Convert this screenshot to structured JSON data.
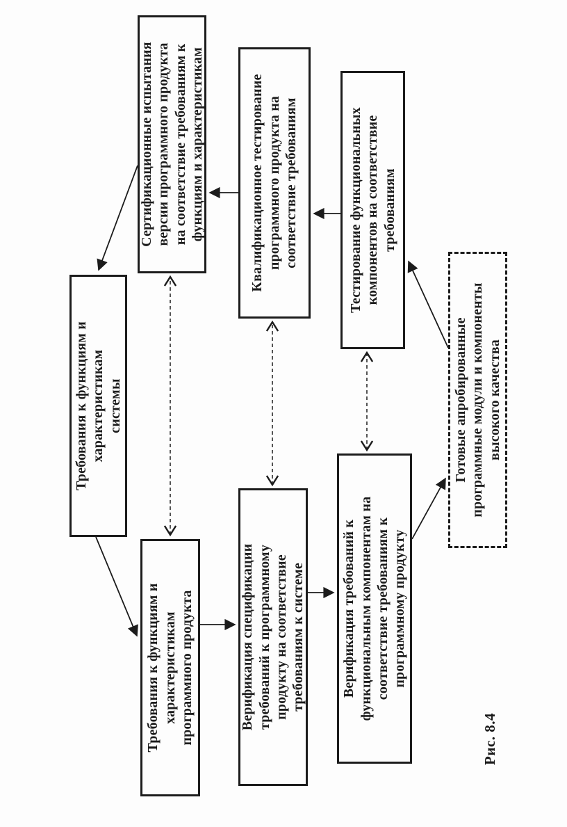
{
  "figure": {
    "caption": "Рис. 8.4",
    "colors": {
      "ink": "#1c1c1c",
      "paper": "#fdfdfd"
    },
    "nodes": {
      "system_requirements": "Требования к функциям и\nхарактеристикам\nсистемы",
      "certification_tests": "Сертификационные испытания\nверсии программного продукта\nна соответствие требованиям к\nфункциям и характеристикам",
      "product_requirements": "Требования к функциям и\nхарактеристикам\nпрограммного продукта",
      "qualification_testing": "Квалификационное тестирование\nпрограммного продукта на\nсоответствие требованиям",
      "spec_verification": "Верификация спецификации\nтребований к программному\nпродукту на соответствие\nтребованиям к системе",
      "component_testing": "Тестирование функциональных\nкомпонентов на соответствие\nтребованиям",
      "component_requirements_verification": "Верификация требований к\nфункциональным компонентам на\nсоответствие требованиям к\nпрограммному  продукту",
      "ready_modules": "Готовые апробированные\nпрограммные модули и компоненты\nвысокого качества"
    }
  }
}
